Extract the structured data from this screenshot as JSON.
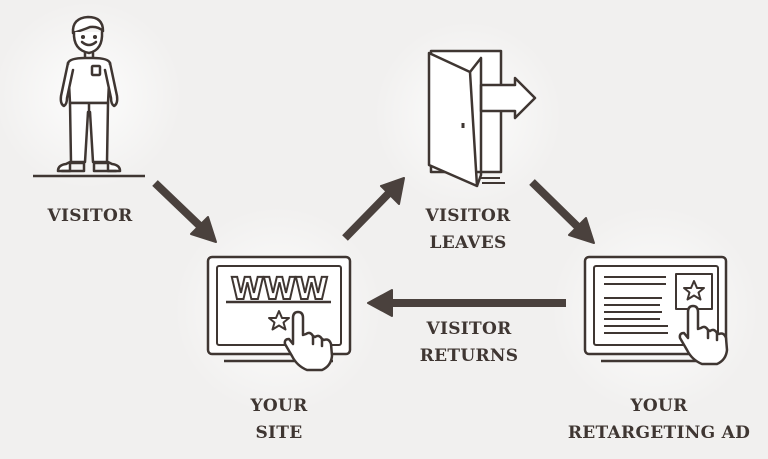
{
  "colors": {
    "background": "#f1f0ef",
    "ink": "#3f3632",
    "arrow": "#4a413d",
    "fill": "#ffffff"
  },
  "labels": {
    "visitor": "VISITOR",
    "visitor_leaves": [
      "VISITOR",
      "LEAVES"
    ],
    "your_site": [
      "YOUR",
      "SITE"
    ],
    "visitor_returns": [
      "VISITOR",
      "RETURNS"
    ],
    "retargeting_ad": [
      "YOUR",
      "RETARGETING AD"
    ]
  },
  "screen_text": {
    "www": "WWW"
  },
  "icons": {
    "visitor": "person-icon",
    "leaves": "door-exit-icon",
    "site": "website-monitor-icon",
    "ad": "ad-monitor-icon",
    "cursor": "pointing-hand-icon",
    "star": "star-icon"
  }
}
